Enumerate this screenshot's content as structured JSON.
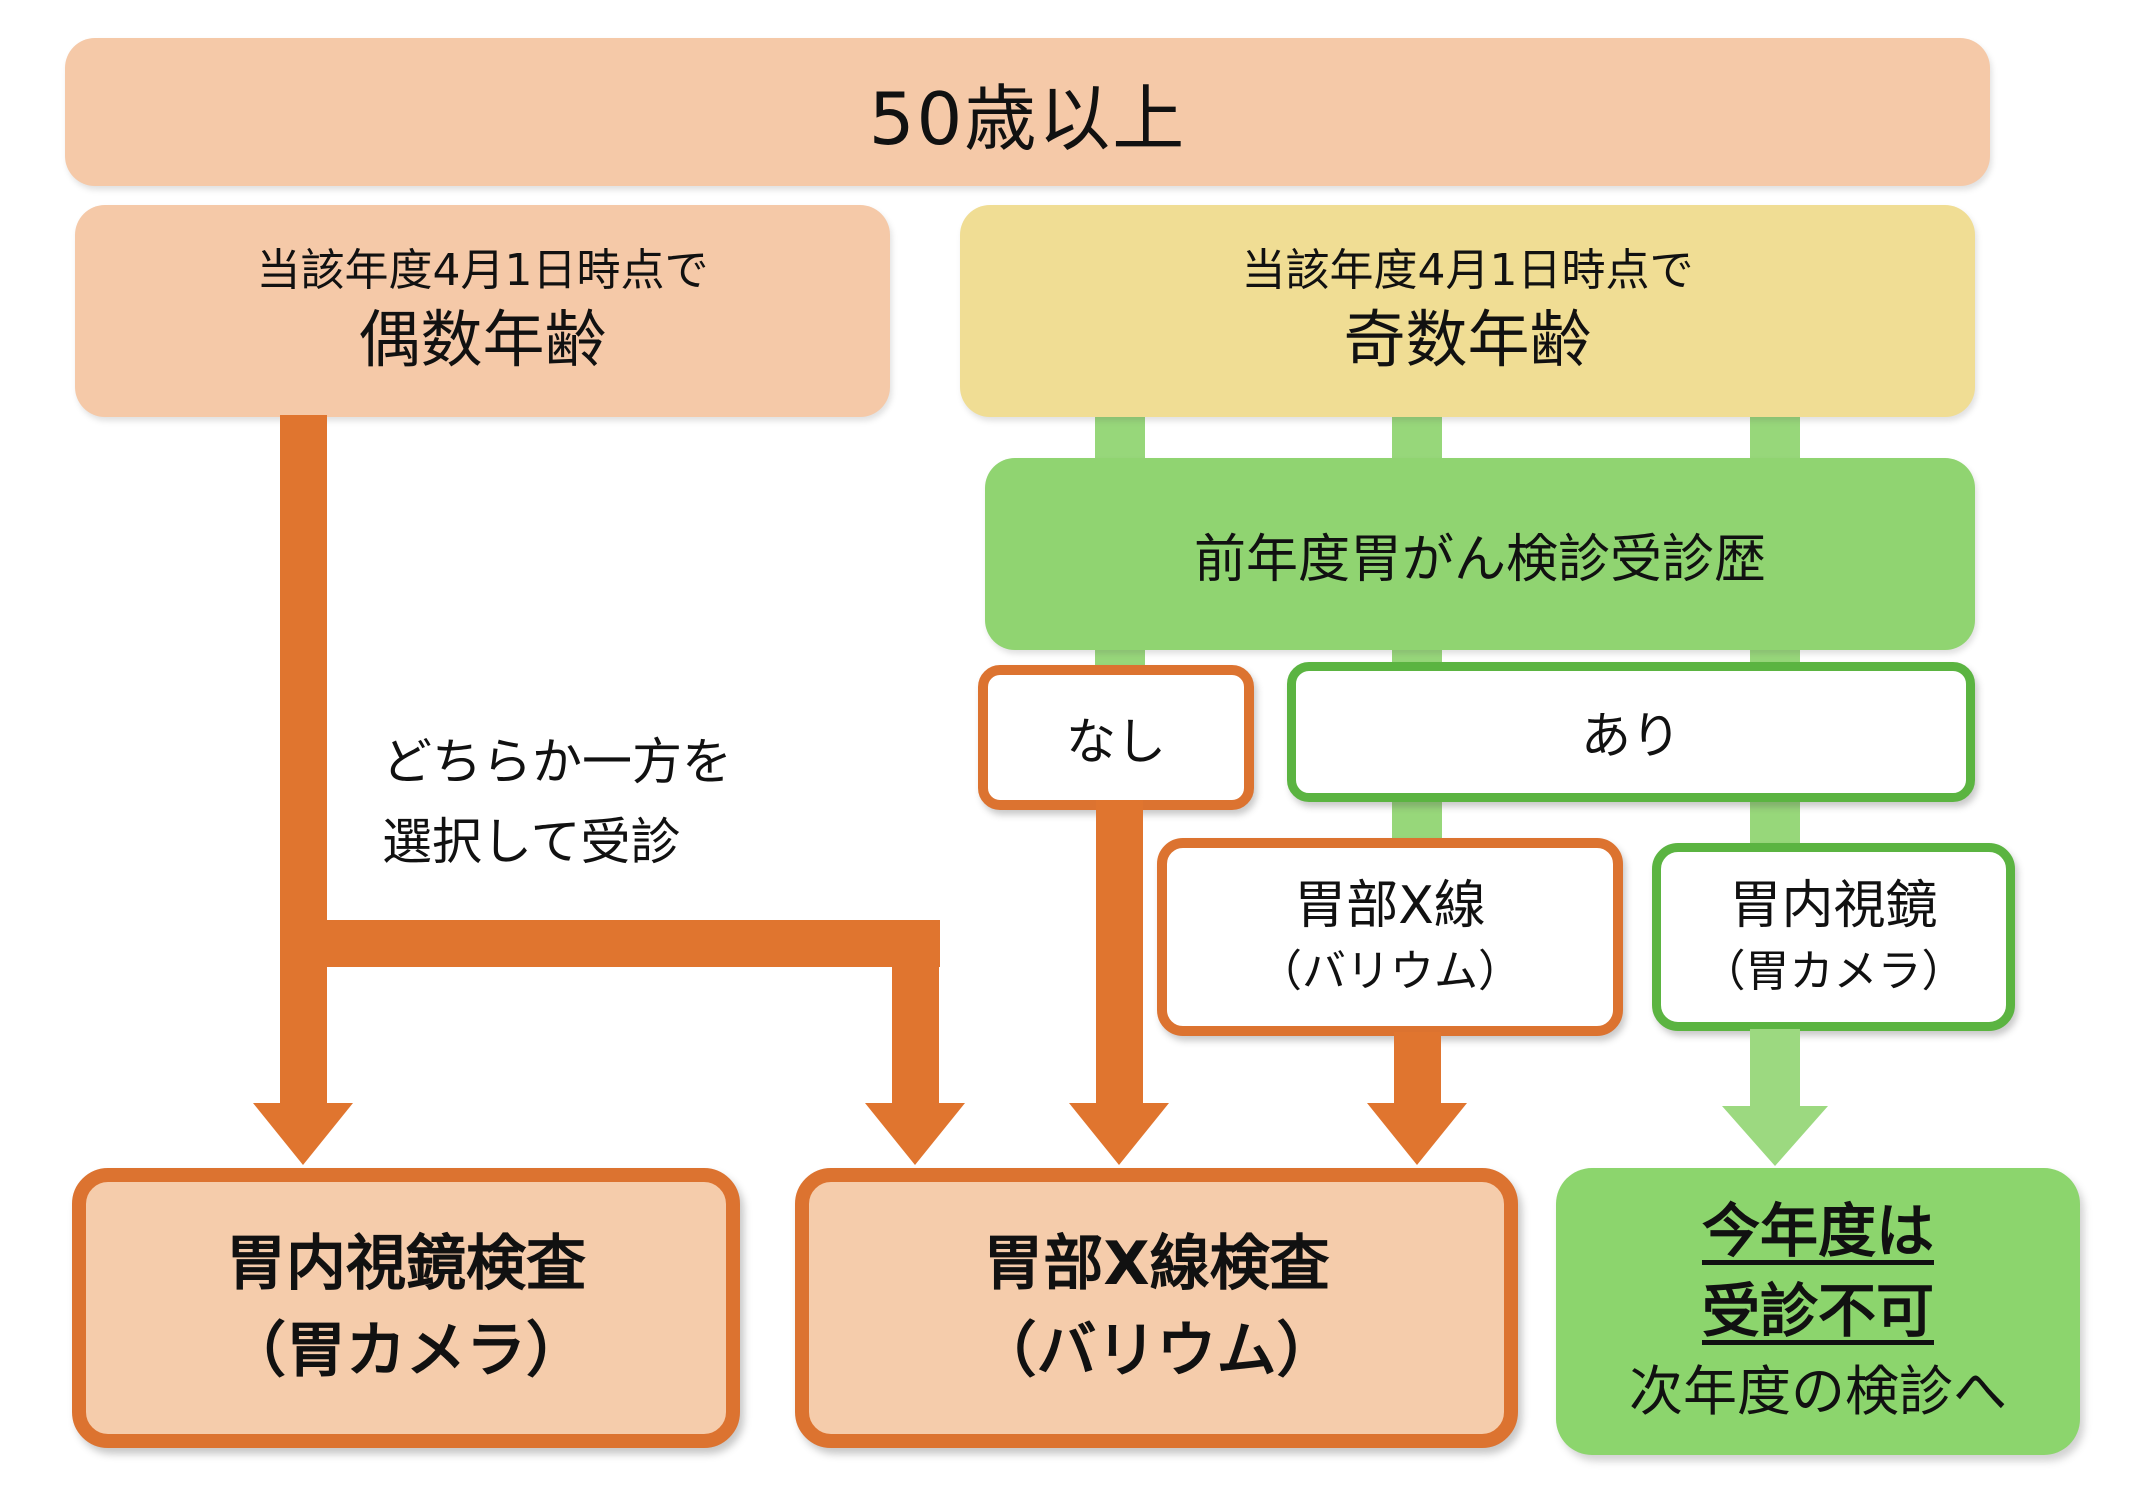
{
  "colors": {
    "salmon_fill": "#F5C9A8",
    "salmon_exam_fill": "#F5CCAB",
    "yellow_fill": "#F0DD94",
    "green_fill": "#90D471",
    "green_connector": "#97D77A",
    "green_arrow": "#9CD980",
    "green_border": "#5BB441",
    "green_result_fill": "#8CD56D",
    "orange": "#E0752F",
    "orange_border": "#DC7330",
    "text": "#111111",
    "background": "#FFFFFF"
  },
  "banner": {
    "label": "50歳以上"
  },
  "even_branch": {
    "line1": "当該年度4月1日時点で",
    "line2": "偶数年齢"
  },
  "odd_branch": {
    "line1": "当該年度4月1日時点で",
    "line2": "奇数年齢"
  },
  "history": {
    "label": "前年度胃がん検診受診歴"
  },
  "history_none": {
    "label": "なし"
  },
  "history_yes": {
    "label": "あり"
  },
  "prev_xray": {
    "line1": "胃部X線",
    "line2": "（バリウム）"
  },
  "prev_endoscopy": {
    "line1": "胃内視鏡",
    "line2": "（胃カメラ）"
  },
  "choice_note": {
    "line1": "どちらか一方を",
    "line2": "選択して受診"
  },
  "exam_endoscopy": {
    "line1": "胃内視鏡検査",
    "line2": "（胃カメラ）"
  },
  "exam_xray": {
    "line1": "胃部X線検査",
    "line2": "（バリウム）"
  },
  "no_screening": {
    "line1": "今年度は",
    "line2": "受診不可",
    "line3": "次年度の検診へ"
  }
}
